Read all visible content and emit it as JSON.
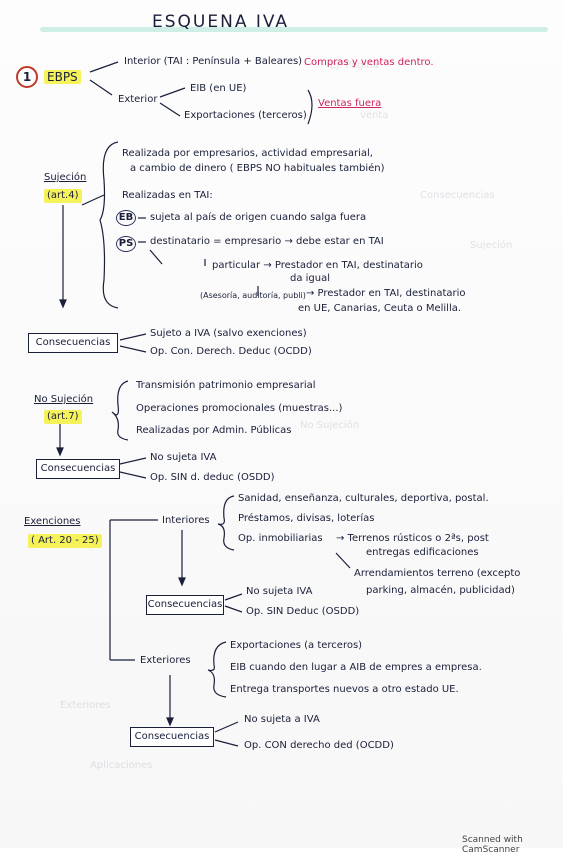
{
  "title": "ESQUENA IVA",
  "section1": {
    "number": "1",
    "label": "EBPS",
    "interior": "Interior (TAI : Península + Baleares)",
    "interior_note": "Compras y ventas dentro.",
    "exterior": "Exterior",
    "eib": "EIB (en UE)",
    "exportaciones": "Exportaciones (terceros)",
    "ventas_fuera": "Ventas fuera"
  },
  "sujecion": {
    "label": "Sujeción",
    "article": "(art.4)",
    "items": [
      "Realizada por empresarios, actividad empresarial,",
      "a cambio de dinero ( EBPS NO habituales también)",
      "Realizadas en TAI:"
    ],
    "eb_tag": "EB",
    "eb_text": "sujeta al país de origen cuando salga fuera",
    "ps_tag": "PS",
    "ps_text": "destinatario = empresario → debe estar en TAI",
    "particular": "particular → Prestador en TAI, destinatario",
    "particular2": "da igual",
    "asesoria": "(Asesoría, auditoría, publi)",
    "asesoria_text": "→ Prestador en TAI, destinatario",
    "asesoria_text2": "en UE, Canarias, Ceuta o Melilla."
  },
  "consecuencias1": {
    "label": "Consecuencias",
    "items": [
      "Sujeto a IVA (salvo exenciones)",
      "Op. Con. Derech. Deduc (OCDD)"
    ]
  },
  "no_sujecion": {
    "label": "No Sujeción",
    "article": "(art.7)",
    "items": [
      "Transmisión patrimonio empresarial",
      "Operaciones promocionales (muestras...)",
      "Realizadas por Admin. Públicas"
    ]
  },
  "consecuencias2": {
    "label": "Consecuencias",
    "items": [
      "No sujeta IVA",
      "Op. SIN d. deduc (OSDD)"
    ]
  },
  "exenciones": {
    "label": "Exenciones",
    "article": "( Art. 20 - 25)",
    "interiores": "Interiores",
    "interiores_items": [
      "Sanidad, enseñanza, culturales, deportiva, postal.",
      "Préstamos, divisas, loterías",
      "Op. inmobiliarias"
    ],
    "inmob_1": "→ Terrenos rústicos o 2ªs, post",
    "inmob_1b": "entregas edificaciones",
    "inmob_2": "Arrendamientos terreno (excepto",
    "inmob_2b": "parking, almacén, publicidad)",
    "exteriores": "Exteriores",
    "exteriores_items": [
      "Exportaciones (a terceros)",
      "EIB cuando den lugar a AIB de empres a empresa.",
      "Entrega transportes nuevos a otro estado UE."
    ]
  },
  "consecuencias3": {
    "label": "Consecuencias",
    "items": [
      "No sujeta IVA",
      "Op. SIN Deduc (OSDD)"
    ]
  },
  "consecuencias4": {
    "label": "Consecuencias",
    "items": [
      "No sujeta a IVA",
      "Op. CON derecho ded (OCDD)"
    ]
  },
  "footer": "Scanned with CamScanner"
}
